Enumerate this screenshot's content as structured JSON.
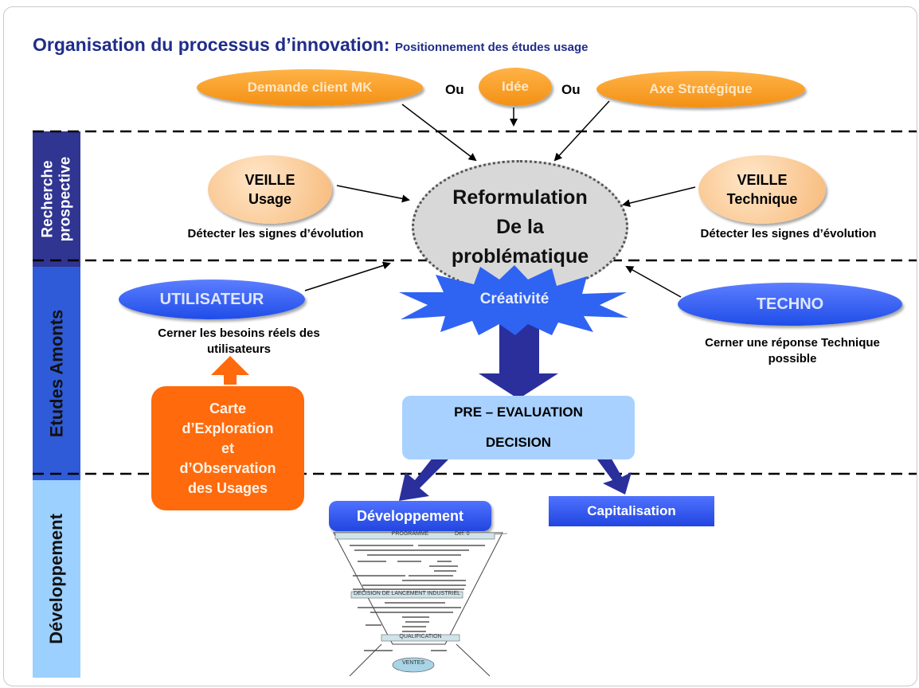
{
  "title": {
    "main": "Organisation du processus d’innovation:",
    "sub": "Positionnement des études usage"
  },
  "bands": {
    "recherche": "Recherche prospective",
    "recherche_line1": "Recherche",
    "recherche_line2": "prospective",
    "etudes": "Etudes Amonts",
    "developpement": "Développement"
  },
  "sources": {
    "demande": "Demande client MK",
    "ou1": "Ou",
    "idee": "Idée",
    "ou2": "Ou",
    "axe": "Axe Stratégique"
  },
  "veille_usage": {
    "line1": "VEILLE",
    "line2": "Usage",
    "caption": "Détecter les signes d’évolution"
  },
  "veille_technique": {
    "line1": "VEILLE",
    "line2": "Technique",
    "caption": "Détecter les signes d’évolution"
  },
  "reformulation": {
    "line1": "Reformulation",
    "line2": "De la",
    "line3": "problématique"
  },
  "utilisateur": {
    "label": "UTILISATEUR",
    "caption_line1": "Cerner les besoins réels des",
    "caption_line2": "utilisateurs"
  },
  "creativite": "Créativité",
  "techno": {
    "label": "TECHNO",
    "caption_line1": "Cerner une réponse Technique",
    "caption_line2": "possible"
  },
  "carte": {
    "line1": "Carte",
    "line2": "d’Exploration",
    "line3": "et",
    "line4": "d’Observation",
    "line5": "des Usages"
  },
  "pre_evaluation": {
    "line1": "PRE – EVALUATION",
    "line2": "DECISION"
  },
  "developpement_box": "Développement",
  "capitalisation": "Capitalisation",
  "funnel": {
    "programme": "PROGRAMME",
    "def": "Déf. 0",
    "decision": "DECISION DE LANCEMENT INDUSTRIEL",
    "qualification": "QUALIFICATION",
    "ventes": "VENTES"
  },
  "colors": {
    "title": "#1f2d8a",
    "band_dark": "#2f3590",
    "band_mid": "#2f5bd8",
    "band_light": "#9bd0ff",
    "orange": "#f39014",
    "blue": "#1f4de8",
    "carte": "#ff6a0d",
    "pre_box": "#a8d1ff",
    "arrow_dark": "#2a2f9c"
  }
}
